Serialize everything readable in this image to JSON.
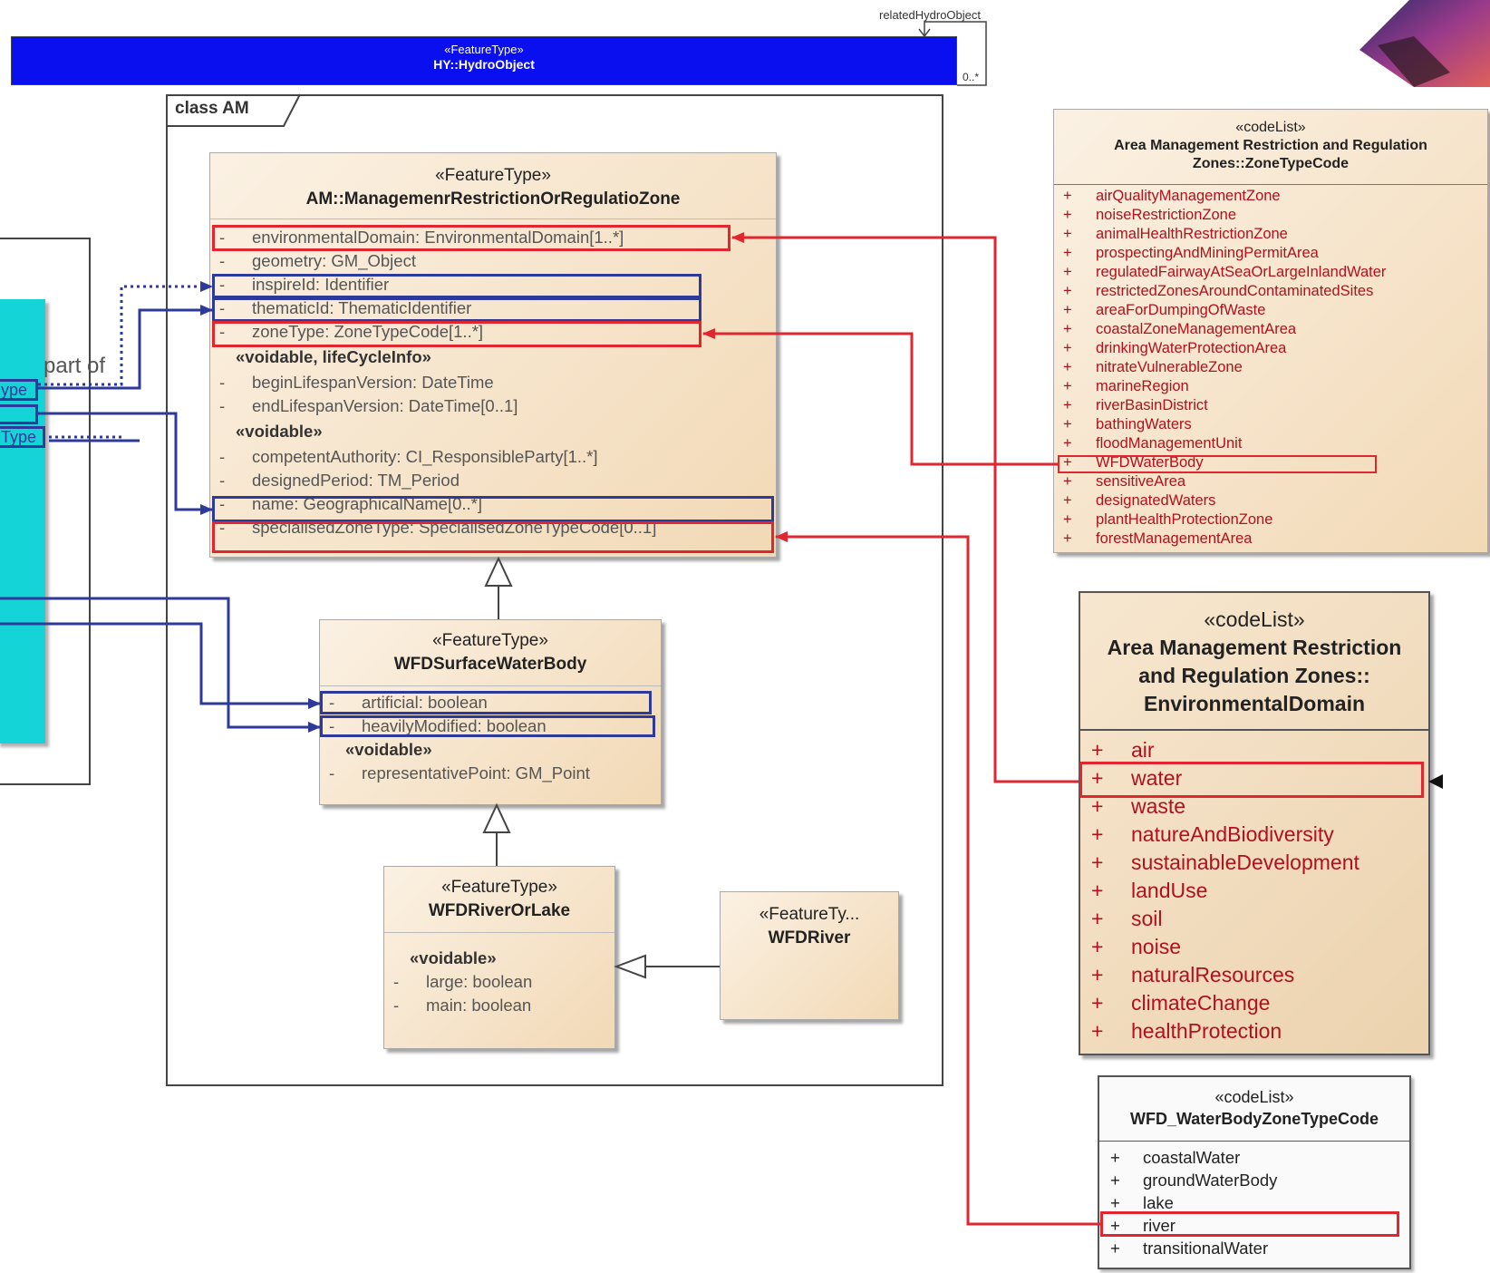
{
  "hydro_object": {
    "stereotype": "«FeatureType»",
    "name": "HY::HydroObject",
    "role": "relatedHydroObject",
    "multiplicity": "0..*"
  },
  "frame": {
    "title": "class AM"
  },
  "left_panel": {
    "label": "part of",
    "tab1": "ype",
    "tab2": "Type"
  },
  "management_zone": {
    "stereotype": "«FeatureType»",
    "name": "AM::ManagemenrRestrictionOrRegulatioZone",
    "attributes": [
      {
        "vis": "-",
        "text": "environmentalDomain: EnvironmentalDomain[1..*]"
      },
      {
        "vis": "-",
        "text": "geometry: GM_Object"
      },
      {
        "vis": "-",
        "text": "inspireId: Identifier"
      },
      {
        "vis": "-",
        "text": "thematicId: ThematicIdentifier"
      },
      {
        "vis": "-",
        "text": "zoneType: ZoneTypeCode[1..*]"
      }
    ],
    "group1_label": "«voidable, lifeCycleInfo»",
    "group1": [
      {
        "vis": "-",
        "text": "beginLifespanVersion: DateTime"
      },
      {
        "vis": "-",
        "text": "endLifespanVersion: DateTime[0..1]"
      }
    ],
    "group2_label": "«voidable»",
    "group2": [
      {
        "vis": "-",
        "text": "competentAuthority: CI_ResponsibleParty[1..*]"
      },
      {
        "vis": "-",
        "text": "designedPeriod: TM_Period"
      },
      {
        "vis": "-",
        "text": "name: GeographicalName[0..*]"
      },
      {
        "vis": "-",
        "text": "specialisedZoneType: SpecialisedZoneTypeCode[0..1]"
      }
    ]
  },
  "surface_water_body": {
    "stereotype": "«FeatureType»",
    "name": "WFDSurfaceWaterBody",
    "attributes": [
      {
        "vis": "-",
        "text": "artificial: boolean"
      },
      {
        "vis": "-",
        "text": "heavilyModified: boolean"
      }
    ],
    "group_label": "«voidable»",
    "group": [
      {
        "vis": "-",
        "text": "representativePoint: GM_Point"
      }
    ]
  },
  "river_or_lake": {
    "stereotype": "«FeatureType»",
    "name": "WFDRiverOrLake",
    "group_label": "«voidable»",
    "group": [
      {
        "vis": "-",
        "text": "large: boolean"
      },
      {
        "vis": "-",
        "text": "main: boolean"
      }
    ]
  },
  "river": {
    "stereotype": "«FeatureTy...",
    "name": "WFDRiver"
  },
  "zone_type_code": {
    "stereotype": "«codeList»",
    "name_line1": "Area Management Restriction and Regulation",
    "name_line2": "Zones::ZoneTypeCode",
    "literals": [
      {
        "vis": "+",
        "text": "airQualityManagementZone"
      },
      {
        "vis": "+",
        "text": "noiseRestrictionZone"
      },
      {
        "vis": "+",
        "text": "animalHealthRestrictionZone"
      },
      {
        "vis": "+",
        "text": "prospectingAndMiningPermitArea"
      },
      {
        "vis": "+",
        "text": "regulatedFairwayAtSeaOrLargeInlandWater"
      },
      {
        "vis": "+",
        "text": "restrictedZonesAroundContaminatedSites"
      },
      {
        "vis": "+",
        "text": "areaForDumpingOfWaste"
      },
      {
        "vis": "+",
        "text": "coastalZoneManagementArea"
      },
      {
        "vis": "+",
        "text": "drinkingWaterProtectionArea"
      },
      {
        "vis": "+",
        "text": "nitrateVulnerableZone"
      },
      {
        "vis": "+",
        "text": "marineRegion"
      },
      {
        "vis": "+",
        "text": "riverBasinDistrict"
      },
      {
        "vis": "+",
        "text": "bathingWaters"
      },
      {
        "vis": "+",
        "text": "floodManagementUnit"
      },
      {
        "vis": "+",
        "text": "WFDWaterBody"
      },
      {
        "vis": "+",
        "text": "sensitiveArea"
      },
      {
        "vis": "+",
        "text": "designatedWaters"
      },
      {
        "vis": "+",
        "text": "plantHealthProtectionZone"
      },
      {
        "vis": "+",
        "text": "forestManagementArea"
      }
    ]
  },
  "environmental_domain": {
    "stereotype": "«codeList»",
    "name_line1": "Area Management Restriction",
    "name_line2": "and Regulation Zones::",
    "name_line3": "EnvironmentalDomain",
    "literals": [
      {
        "vis": "+",
        "text": "air"
      },
      {
        "vis": "+",
        "text": "water"
      },
      {
        "vis": "+",
        "text": "waste"
      },
      {
        "vis": "+",
        "text": "natureAndBiodiversity"
      },
      {
        "vis": "+",
        "text": "sustainableDevelopment"
      },
      {
        "vis": "+",
        "text": "landUse"
      },
      {
        "vis": "+",
        "text": "soil"
      },
      {
        "vis": "+",
        "text": "noise"
      },
      {
        "vis": "+",
        "text": "naturalResources"
      },
      {
        "vis": "+",
        "text": "climateChange"
      },
      {
        "vis": "+",
        "text": "healthProtection"
      }
    ]
  },
  "waterbody_zone_type": {
    "stereotype": "«codeList»",
    "name": "WFD_WaterBodyZoneTypeCode",
    "literals": [
      {
        "vis": "+",
        "text": "coastalWater"
      },
      {
        "vis": "+",
        "text": "groundWaterBody"
      },
      {
        "vis": "+",
        "text": "lake"
      },
      {
        "vis": "+",
        "text": "river"
      },
      {
        "vis": "+",
        "text": "transitionalWater"
      }
    ]
  },
  "colors": {
    "highlight_red": "#e0262e",
    "highlight_blue": "#2e3a99",
    "hydro_blue": "#0a0ff0",
    "cyan_panel": "#14d4d8",
    "class_fill": "#f5dfbf"
  }
}
